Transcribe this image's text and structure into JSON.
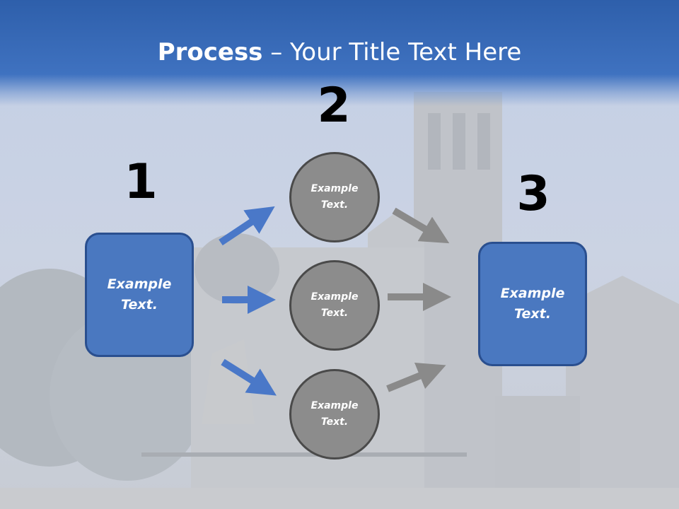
{
  "title": {
    "bold": "Process",
    "rest": " – Your Title Text Here"
  },
  "steps": {
    "one": "1",
    "two": "2",
    "three": "3"
  },
  "left_box": {
    "line1": "Example",
    "line2": "Text."
  },
  "circles": [
    {
      "line1": "Example",
      "line2": "Text."
    },
    {
      "line1": "Example",
      "line2": "Text."
    },
    {
      "line1": "Example",
      "line2": "Text."
    }
  ],
  "right_box": {
    "line1": "Example",
    "line2": "Text."
  },
  "colors": {
    "title_band": "#3f72c0",
    "box_fill": "#4a78c0",
    "box_border": "#2a4f8f",
    "circle_fill": "#8c8c8c",
    "circle_border": "#4a4a4a",
    "blue_arrow": "#4a78c8",
    "gray_arrow": "#8a8a8a"
  }
}
